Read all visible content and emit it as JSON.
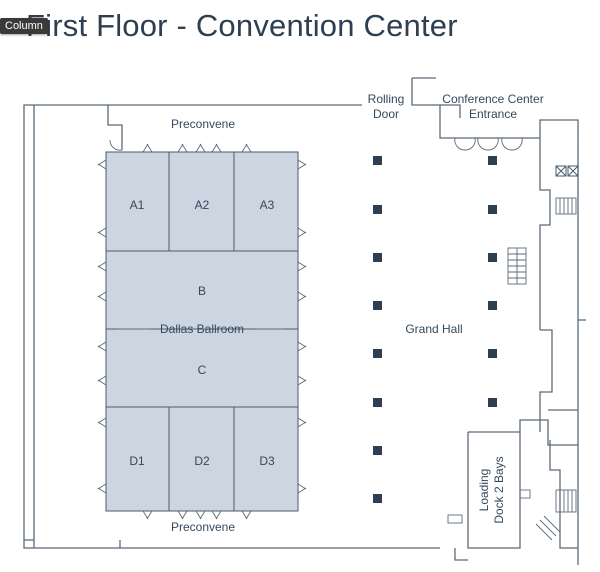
{
  "title": "First Floor - Convention Center",
  "tooltip": "Column",
  "labels": {
    "rolling_door": [
      "Rolling",
      "Door"
    ],
    "conference_entrance": [
      "Conference Center",
      "Entrance"
    ],
    "preconvene_top": "Preconvene",
    "preconvene_bottom": "Preconvene",
    "dallas_ballroom": "Dallas Ballroom",
    "grand_hall": "Grand Hall",
    "loading_dock": [
      "Loading",
      "Dock 2 Bays"
    ]
  },
  "rooms": {
    "A1": "A1",
    "A2": "A2",
    "A3": "A3",
    "B": "B",
    "C": "C",
    "D1": "D1",
    "D2": "D2",
    "D3": "D3"
  },
  "colors": {
    "room_fill": "#cdd5e0",
    "room_stroke": "#4a5a6a",
    "wall": "#5c6b78",
    "column": "#2d3f50",
    "text": "#34495e"
  }
}
